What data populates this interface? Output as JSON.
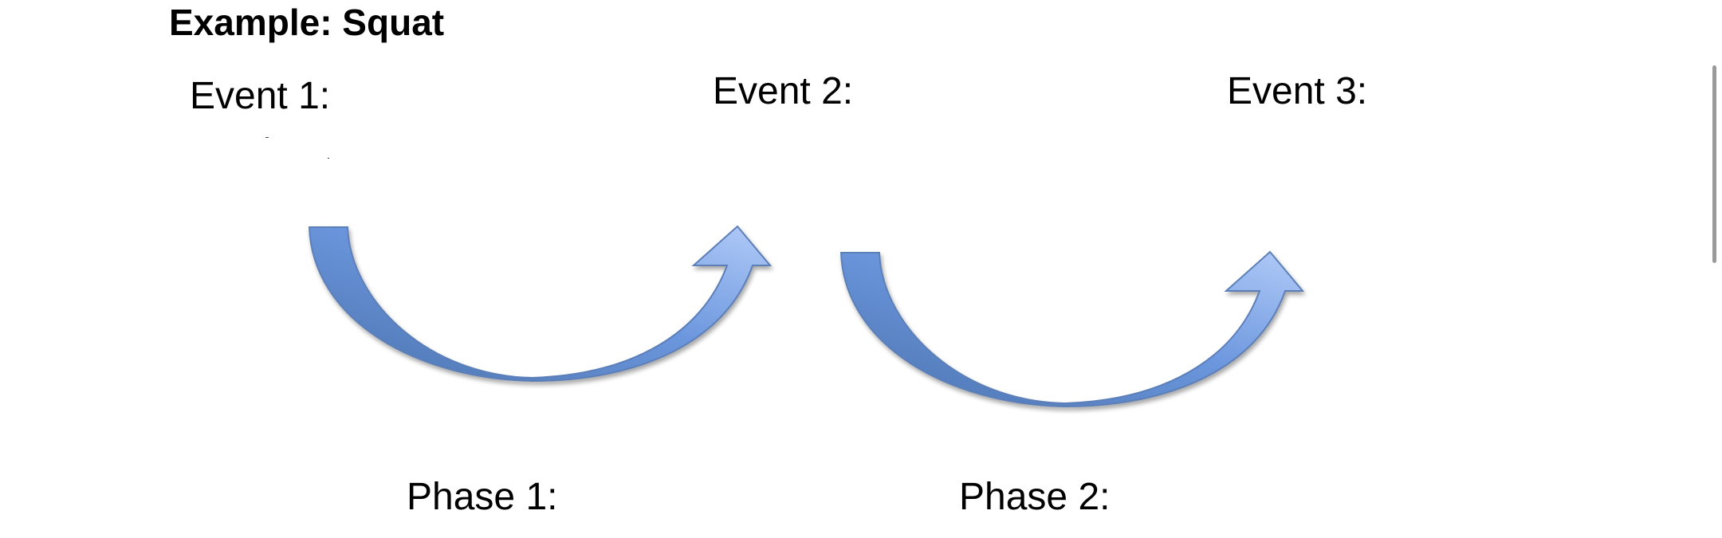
{
  "title": "Example: Squat",
  "events": {
    "event1": "Event 1:",
    "event2": "Event 2:",
    "event3": "Event 3:"
  },
  "phases": {
    "phase1": "Phase 1:",
    "phase2": "Phase 2:"
  },
  "colors": {
    "arrow_light": "#a9c4f5",
    "arrow_dark": "#4f76b0",
    "arrow_stroke": "#5b7fb8"
  },
  "icons": [
    "curved-arrow-icon",
    "curved-arrow-icon"
  ]
}
